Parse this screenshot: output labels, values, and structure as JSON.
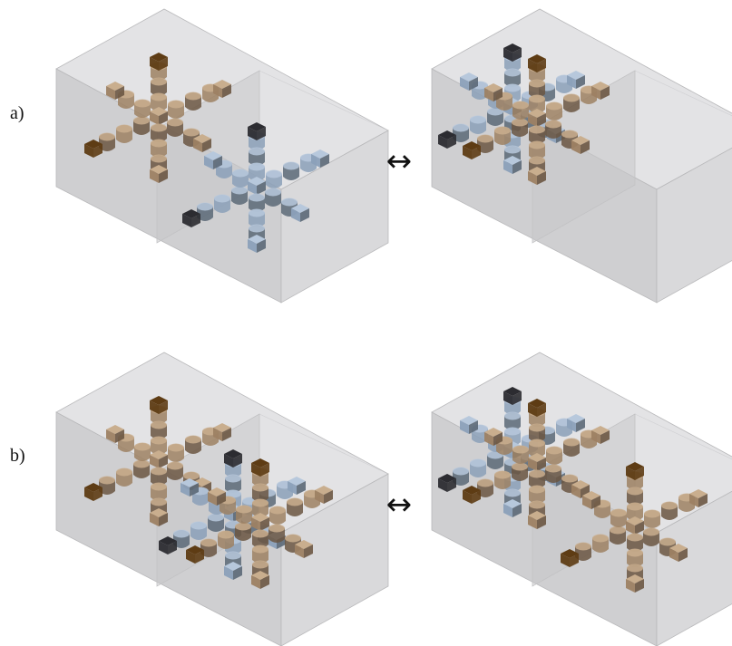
{
  "rows": [
    {
      "label": "a)",
      "relation": "↔",
      "left_box": {
        "divider": "middle",
        "clusters": [
          {
            "palette": "brown",
            "position": "back"
          },
          {
            "palette": "blue",
            "position": "front"
          }
        ]
      },
      "right_box": {
        "divider": "middle",
        "clusters": [
          {
            "palette": "blue",
            "position": "back"
          },
          {
            "palette": "brown",
            "position": "back"
          }
        ]
      }
    },
    {
      "label": "b)",
      "relation": "↔",
      "left_box": {
        "divider": "middle",
        "clusters": [
          {
            "palette": "brown",
            "position": "back"
          },
          {
            "palette": "blue",
            "position": "front"
          },
          {
            "palette": "brown",
            "position": "front"
          }
        ]
      },
      "right_box": {
        "divider": "middle",
        "clusters": [
          {
            "palette": "blue",
            "position": "back"
          },
          {
            "palette": "brown",
            "position": "back"
          },
          {
            "palette": "brown",
            "position": "front"
          }
        ]
      }
    }
  ],
  "palettes": {
    "brown": {
      "light": "#c9ae8e",
      "mid": "#9d8163",
      "dark": "#6b5642",
      "cap": "#5e3c14"
    },
    "blue": {
      "light": "#b7c8dc",
      "mid": "#8ba0b9",
      "dark": "#5b6877",
      "cap": "#2c2c31"
    }
  },
  "box_colors": {
    "top": "#e3e3e5",
    "left": "#cfcfd1",
    "right": "#d9d9db",
    "edge": "#b9b9bb",
    "divider": "#c2c2c4"
  }
}
